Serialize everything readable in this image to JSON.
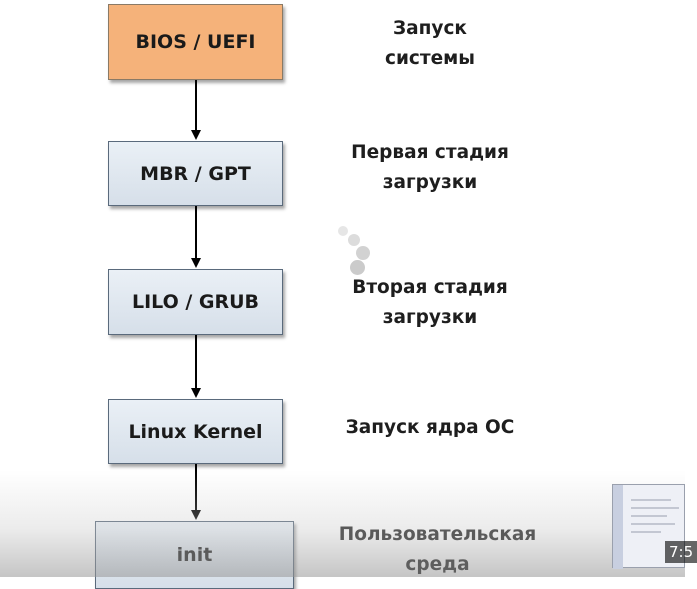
{
  "diagram": {
    "stages": [
      {
        "box": "BIOS / UEFI",
        "label": "Запуск\nсистемы"
      },
      {
        "box": "MBR / GPT",
        "label": "Первая стадия\nзагрузки"
      },
      {
        "box": "LILO / GRUB",
        "label": "Вторая стадия\nзагрузки"
      },
      {
        "box": "Linux Kernel",
        "label": "Запуск ядра ОС"
      },
      {
        "box": "init",
        "label": "Пользовательская\nсреда"
      }
    ],
    "colors": {
      "first_box": "#f5b27a",
      "other_boxes": "#dfe6ee",
      "arrows": "#000000"
    }
  },
  "overlay": {
    "thumbnail_time": "7:5"
  }
}
